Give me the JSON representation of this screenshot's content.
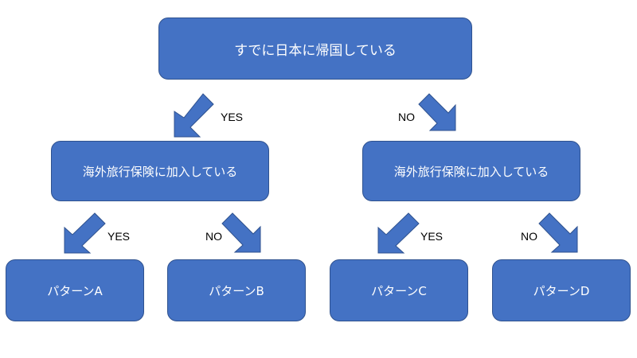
{
  "colors": {
    "node_fill": "#4472C4",
    "node_border": "#2F528F",
    "node_text": "#FFFFFF",
    "arrow_fill": "#4472C4",
    "label_text": "#000000"
  },
  "nodes": {
    "root": "すでに日本に帰国している",
    "left": "海外旅行保険に加入している",
    "right": "海外旅行保険に加入している",
    "a": "パターンA",
    "b": "パターンB",
    "c": "パターンC",
    "d": "パターンD"
  },
  "edges": {
    "root_yes": "YES",
    "root_no": "NO",
    "left_yes": "YES",
    "left_no": "NO",
    "right_yes": "YES",
    "right_no": "NO"
  }
}
